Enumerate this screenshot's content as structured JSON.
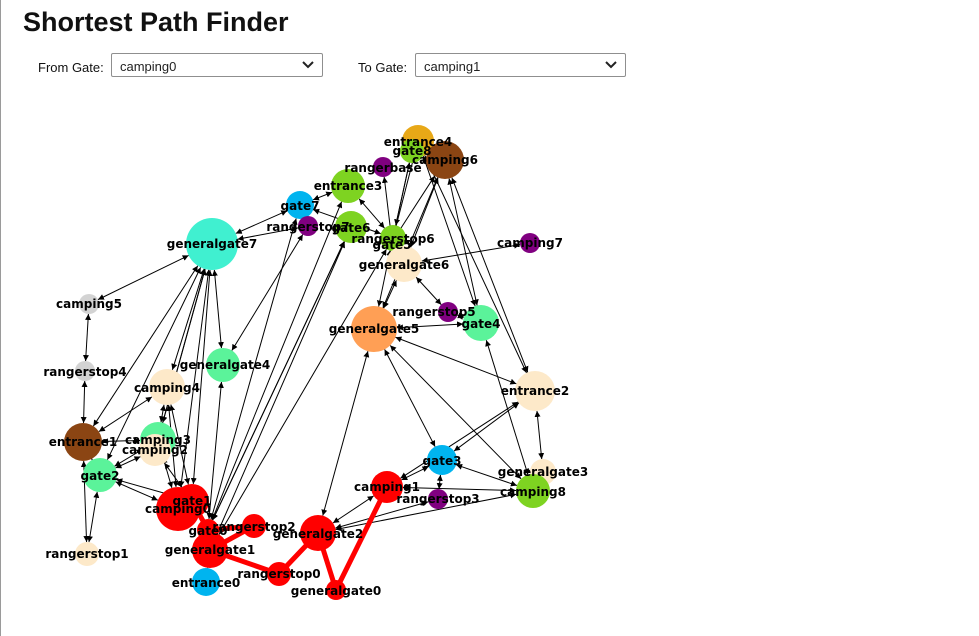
{
  "page": {
    "title": "Shortest Path Finder"
  },
  "controls": {
    "from_label": "From Gate:",
    "from_value": "camping0",
    "to_label": "To Gate:",
    "to_value": "camping1"
  },
  "graph": {
    "colors": {
      "path": "#ff0000",
      "edge": "#000000"
    },
    "nodes": [
      {
        "id": "entrance4",
        "color": "#e8a817"
      },
      {
        "id": "gate8",
        "color": "#7ed321"
      },
      {
        "id": "camping6",
        "color": "#8b4513"
      },
      {
        "id": "rangerbase",
        "color": "#800080"
      },
      {
        "id": "entrance3",
        "color": "#7ed321"
      },
      {
        "id": "gate7",
        "color": "#00b4ef"
      },
      {
        "id": "rangerstop7",
        "color": "#800080"
      },
      {
        "id": "gate6",
        "color": "#7ed321"
      },
      {
        "id": "rangerstop6",
        "color": "#7ed321"
      },
      {
        "id": "gate5",
        "color": "#7ed321"
      },
      {
        "id": "camping7",
        "color": "#800080"
      },
      {
        "id": "generalgate7",
        "color": "#40f0d0"
      },
      {
        "id": "generalgate6",
        "color": "#fde9c9"
      },
      {
        "id": "camping5",
        "color": "#d3d3d3"
      },
      {
        "id": "rangerstop5",
        "color": "#800080"
      },
      {
        "id": "gate4",
        "color": "#5bf39a"
      },
      {
        "id": "generalgate5",
        "color": "#ff9f55"
      },
      {
        "id": "rangerstop4",
        "color": "#d3d3d3"
      },
      {
        "id": "generalgate4",
        "color": "#5bf39a"
      },
      {
        "id": "camping4",
        "color": "#fde9c9"
      },
      {
        "id": "entrance2",
        "color": "#fde9c9"
      },
      {
        "id": "entrance1",
        "color": "#8b4513"
      },
      {
        "id": "camping3",
        "color": "#5bf39a"
      },
      {
        "id": "camping2",
        "color": "#fde9c9"
      },
      {
        "id": "gate3",
        "color": "#00b4ef"
      },
      {
        "id": "gate2",
        "color": "#5bf39a"
      },
      {
        "id": "generalgate3",
        "color": "#fde9c9"
      },
      {
        "id": "camping1",
        "color": "#ff0000"
      },
      {
        "id": "gate1",
        "color": "#ff0000"
      },
      {
        "id": "camping0",
        "color": "#ff0000"
      },
      {
        "id": "rangerstop3",
        "color": "#800080"
      },
      {
        "id": "camping8",
        "color": "#7ed321"
      },
      {
        "id": "gate0",
        "color": "#ff0000"
      },
      {
        "id": "rangerstop2",
        "color": "#ff0000"
      },
      {
        "id": "generalgate2",
        "color": "#ff0000"
      },
      {
        "id": "generalgate1",
        "color": "#ff0000"
      },
      {
        "id": "rangerstop1",
        "color": "#fde9c9"
      },
      {
        "id": "rangerstop0",
        "color": "#ff0000"
      },
      {
        "id": "entrance0",
        "color": "#00b4ef"
      },
      {
        "id": "generalgate0",
        "color": "#ff0000"
      }
    ],
    "edges": [
      [
        "generalgate7",
        "camping5"
      ],
      [
        "generalgate7",
        "gate7"
      ],
      [
        "generalgate7",
        "generalgate4"
      ],
      [
        "generalgate7",
        "camping4"
      ],
      [
        "generalgate7",
        "entrance1"
      ],
      [
        "generalgate7",
        "camping3"
      ],
      [
        "generalgate7",
        "camping2"
      ],
      [
        "generalgate7",
        "gate2"
      ],
      [
        "generalgate7",
        "gate1"
      ],
      [
        "generalgate7",
        "camping0"
      ],
      [
        "generalgate7",
        "rangerstop7"
      ],
      [
        "camping5",
        "rangerstop4"
      ],
      [
        "rangerstop4",
        "entrance1"
      ],
      [
        "entrance1",
        "gate2"
      ],
      [
        "entrance1",
        "camping3"
      ],
      [
        "entrance1",
        "camping4"
      ],
      [
        "entrance1",
        "rangerstop1"
      ],
      [
        "gate2",
        "rangerstop1"
      ],
      [
        "gate2",
        "camping2"
      ],
      [
        "gate2",
        "camping3"
      ],
      [
        "gate2",
        "gate1"
      ],
      [
        "gate2",
        "camping0"
      ],
      [
        "camping3",
        "camping0"
      ],
      [
        "camping2",
        "gate1"
      ],
      [
        "camping4",
        "gate1"
      ],
      [
        "camping4",
        "camping0"
      ],
      [
        "camping4",
        "camping3"
      ],
      [
        "generalgate4",
        "gate0"
      ],
      [
        "generalgate4",
        "rangerstop7"
      ],
      [
        "gate7",
        "entrance3"
      ],
      [
        "gate7",
        "rangerstop6"
      ],
      [
        "gate7",
        "gate0"
      ],
      [
        "entrance3",
        "gate0"
      ],
      [
        "entrance3",
        "rangerstop6"
      ],
      [
        "gate6",
        "gate0"
      ],
      [
        "gate6",
        "generalgate1"
      ],
      [
        "rangerstop6",
        "generalgate1"
      ],
      [
        "gate5",
        "gate8"
      ],
      [
        "gate5",
        "entrance4"
      ],
      [
        "gate5",
        "camping6"
      ],
      [
        "rangerbase",
        "gate5"
      ],
      [
        "gate8",
        "rangerstop6"
      ],
      [
        "camping6",
        "generalgate6"
      ],
      [
        "camping6",
        "gate4"
      ],
      [
        "camping6",
        "entrance2"
      ],
      [
        "camping6",
        "generalgate5"
      ],
      [
        "entrance4",
        "gate4"
      ],
      [
        "entrance4",
        "entrance2"
      ],
      [
        "generalgate6",
        "camping7"
      ],
      [
        "generalgate6",
        "generalgate5"
      ],
      [
        "generalgate6",
        "rangerstop5"
      ],
      [
        "gate5",
        "generalgate5"
      ],
      [
        "rangerstop5",
        "gate4"
      ],
      [
        "generalgate5",
        "gate4"
      ],
      [
        "generalgate5",
        "entrance2"
      ],
      [
        "generalgate5",
        "gate3"
      ],
      [
        "generalgate5",
        "generalgate2"
      ],
      [
        "generalgate5",
        "camping8"
      ],
      [
        "gate4",
        "camping8"
      ],
      [
        "entrance2",
        "gate3"
      ],
      [
        "entrance2",
        "generalgate3"
      ],
      [
        "entrance2",
        "camping1"
      ],
      [
        "gate3",
        "rangerstop3"
      ],
      [
        "gate3",
        "camping8"
      ],
      [
        "gate3",
        "camping1"
      ],
      [
        "camping1",
        "generalgate2"
      ],
      [
        "camping1",
        "camping8"
      ],
      [
        "generalgate3",
        "camping8"
      ],
      [
        "rangerstop3",
        "generalgate2"
      ],
      [
        "entrance0",
        "generalgate1"
      ],
      [
        "generalgate1",
        "gate0"
      ],
      [
        "gate0",
        "gate6"
      ],
      [
        "generalgate2",
        "camping8"
      ]
    ],
    "path": [
      "camping0",
      "gate1",
      "gate0",
      "rangerstop2",
      "generalgate1",
      "rangerstop0",
      "generalgate2",
      "generalgate0",
      "camping1"
    ]
  }
}
